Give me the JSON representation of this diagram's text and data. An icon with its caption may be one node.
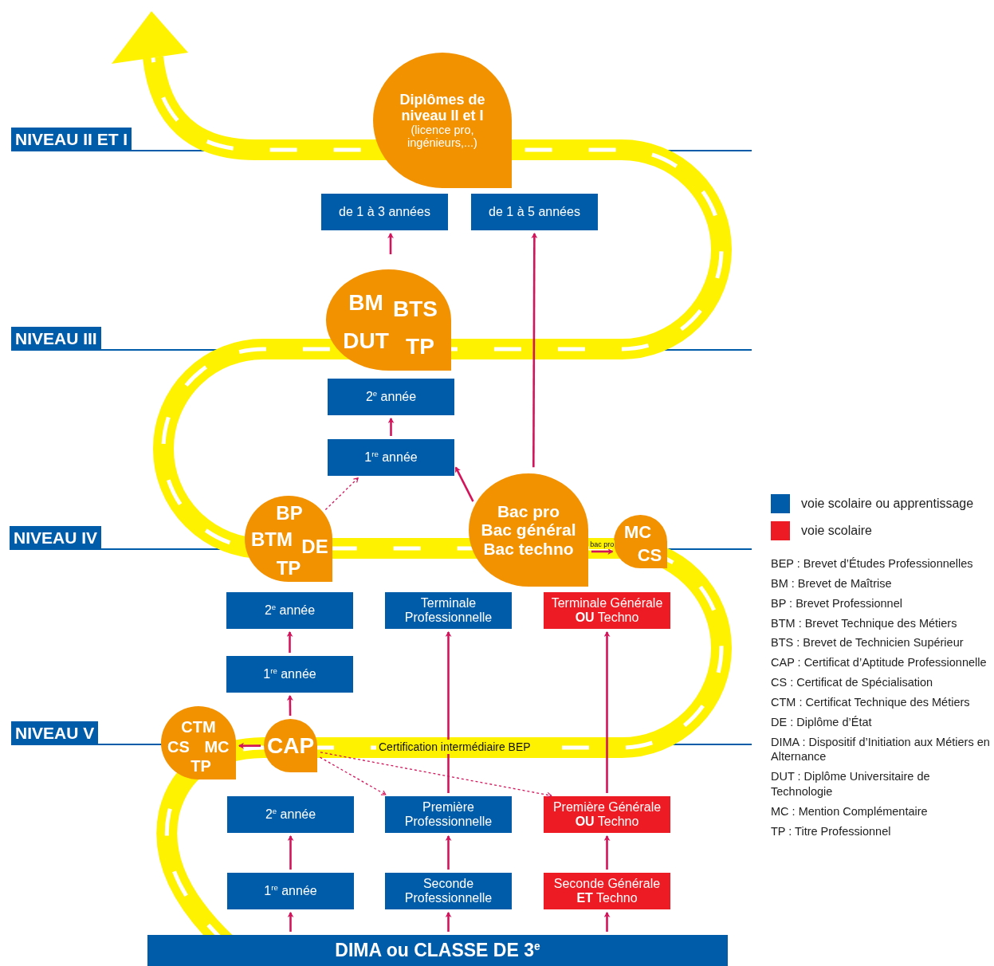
{
  "diagram": {
    "nodes": [
      {
        "text": [
          "Diplômes de niveau II et I",
          "(licence pro, ingénieurs,...)"
        ]
      },
      {
        "text": [
          "de 1 à 3 années"
        ]
      },
      {
        "text": [
          "de 1 à 5 années"
        ]
      },
      {
        "text": [
          "BM",
          "BTS",
          "DUT",
          "TP"
        ]
      },
      {
        "text": [
          "2$^{e}$ année"
        ]
      },
      {
        "text": [
          "1$^{re}$ année"
        ]
      },
      {
        "text": [
          "BP",
          "BTM",
          "DE",
          "TP"
        ]
      },
      {
        "text": [
          "Bac pro",
          "Bac général",
          "Bac techno"
        ]
      },
      {
        "text": [
          "MC",
          "CS"
        ]
      },
      {
        "text": [
          "2$^{e}$ année"
        ]
      },
      {
        "text": [
          "Terminale Professionnelle"
        ]
      },
      {
        "text": [
          "Terminale Générale **OU** Techno"
        ]
      },
      {
        "text": [
          "1$^{re}$ année"
        ]
      },
      {
        "text": [
          "CTM",
          "CS",
          "MC",
          "TP"
        ]
      },
      {
        "text": [
          "CAP"
        ]
      },
      {
        "text": [
          "2$^{e}$ année"
        ]
      },
      {
        "text": [
          "Première Professionnelle"
        ]
      },
      {
        "text": [
          "Première Générale **OU** Techno"
        ]
      },
      {
        "text": [
          "1$^{re}$ année"
        ]
      },
      {
        "text": [
          "Seconde Professionnelle"
        ]
      },
      {
        "text": [
          "Seconde Générale **ET** Techno"
        ]
      },
      {
        "text": [
          "DIMA ou CLASSE DE 3$^{e}$"
        ]
      }
    ],
    "edges": [
      {
        "from": 3,
        "to": 1,
        "arrow": "to"
      },
      {
        "from": 7,
        "to": 2,
        "arrow": "to"
      },
      {
        "from": 5,
        "to": 4,
        "arrow": "to"
      },
      {
        "from": 6,
        "to": 5,
        "arrow": "to",
        "style": "dashed"
      },
      {
        "from": 7,
        "to": 5,
        "arrow": "to"
      },
      {
        "from": 7,
        "to": 8,
        "arrow": "to",
        "label": "bac pro"
      },
      {
        "from": 12,
        "to": 9,
        "arrow": "to"
      },
      {
        "from": 14,
        "to": 12,
        "arrow": "to"
      },
      {
        "from": 16,
        "to": 10,
        "arrow": "to"
      },
      {
        "from": 17,
        "to": 11,
        "arrow": "to"
      },
      {
        "from": 14,
        "to": 13,
        "arrow": "to"
      },
      {
        "from": 14,
        "to": 16,
        "arrow": "to",
        "style": "dashed"
      },
      {
        "from": 14,
        "to": 17,
        "arrow": "to",
        "style": "dashed"
      },
      {
        "from": 18,
        "to": 15,
        "arrow": "to"
      },
      {
        "from": 19,
        "to": 16,
        "arrow": "to"
      },
      {
        "from": 20,
        "to": 17,
        "arrow": "to"
      },
      {
        "from": 21,
        "to": 18,
        "arrow": "to"
      },
      {
        "from": 21,
        "to": 19,
        "arrow": "to"
      },
      {
        "from": 21,
        "to": 20,
        "arrow": "to"
      }
    ],
    "labels": [
      "NIVEAU II ET I",
      "NIVEAU III",
      "NIVEAU IV",
      "NIVEAU V",
      "Certification intermédiaire BEP",
      "BEP : Brevet d’Études Professionnelles",
      "BM : Brevet de Maîtrise",
      "BP : Brevet Professionnel",
      "BTM : Brevet Technique des Métiers",
      "BTS : Brevet de Technicien Supérieur",
      "CAP : Certificat d’Aptitude Professionnelle",
      "CS : Certificat de Spécialisation",
      "CTM : Certificat Technique des Métiers",
      "DE : Diplôme d’État",
      "DIMA : Dispositif d’Initiation aux Métiers en Alternance",
      "DUT : Diplôme Universitaire de Technologie",
      "MC : Mention Complémentaire",
      "TP : Titre Professionnel"
    ],
    "legend": [
      {
        "text": "voie scolaire ou apprentissage",
        "color": "#005ca8"
      },
      {
        "text": "voie scolaire",
        "color": "#ed1c24"
      }
    ]
  }
}
